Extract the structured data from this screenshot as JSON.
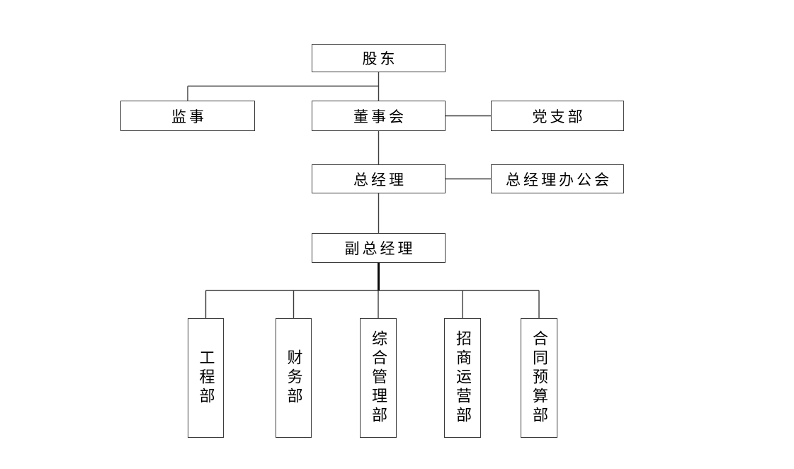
{
  "diagram": {
    "type": "org-chart",
    "background": "#ffffff",
    "line_color": "#3c3c3c",
    "bold_line_color": "#0a0a0a",
    "box_border_color": "#3c3c3c",
    "box_fill": "#ffffff",
    "text_color": "#000000"
  },
  "nodes": {
    "shareholders": {
      "label": "股东"
    },
    "supervisor": {
      "label": "监事"
    },
    "board": {
      "label": "董事会"
    },
    "party_branch": {
      "label": "党支部"
    },
    "general_manager": {
      "label": "总经理"
    },
    "gm_office": {
      "label": "总经理办公会"
    },
    "deputy_general_manager": {
      "label": "副总经理"
    },
    "departments": [
      {
        "label": "工程部"
      },
      {
        "label": "财务部"
      },
      {
        "label": "综合管理部"
      },
      {
        "label": "招商运营部"
      },
      {
        "label": "合同预算部"
      }
    ]
  },
  "edges": [
    {
      "from": "股东",
      "to": "监事"
    },
    {
      "from": "股东",
      "to": "董事会"
    },
    {
      "from": "董事会",
      "to": "党支部",
      "style": "lateral"
    },
    {
      "from": "董事会",
      "to": "总经理"
    },
    {
      "from": "总经理",
      "to": "总经理办公会",
      "style": "lateral"
    },
    {
      "from": "总经理",
      "to": "副总经理"
    },
    {
      "from": "副总经理",
      "to": "工程部"
    },
    {
      "from": "副总经理",
      "to": "财务部"
    },
    {
      "from": "副总经理",
      "to": "综合管理部"
    },
    {
      "from": "副总经理",
      "to": "招商运营部"
    },
    {
      "from": "副总经理",
      "to": "合同预算部"
    }
  ]
}
